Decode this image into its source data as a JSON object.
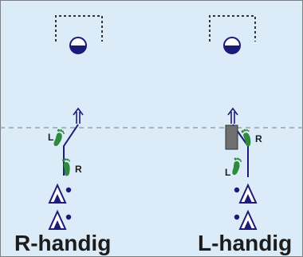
{
  "diagram": {
    "colors": {
      "background": "#dcebf8",
      "court_border": "#7a7f86",
      "goal_line": "#333333",
      "midline": "#9aa0a6",
      "cone": "#1e1a78",
      "footprint": "#2e8b3e",
      "movement_line": "#1e1a78",
      "obstacle": "#6f6f6f",
      "caption": "#1c1c1c"
    },
    "left_panel": {
      "caption": "R-handig",
      "foot_labels": [
        "L",
        "R"
      ]
    },
    "right_panel": {
      "caption": "L-handig",
      "foot_labels": [
        "R",
        "L"
      ]
    },
    "icons": [
      "goal-icon",
      "ball-icon",
      "arrow-up-icon",
      "footprint-icon",
      "cone-icon",
      "obstacle-icon"
    ]
  }
}
